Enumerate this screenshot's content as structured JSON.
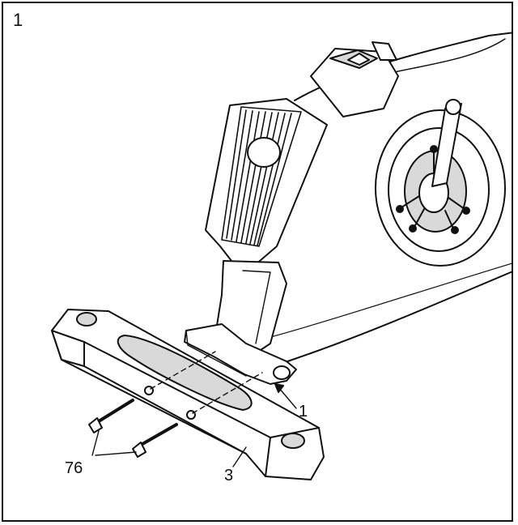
{
  "step": {
    "number": "1"
  },
  "callouts": {
    "frame_part": "1",
    "rear_stabilizer": "3",
    "bolts": "76"
  },
  "colors": {
    "ink": "#111111",
    "paper": "#ffffff",
    "shade": "#d9d9d9"
  }
}
